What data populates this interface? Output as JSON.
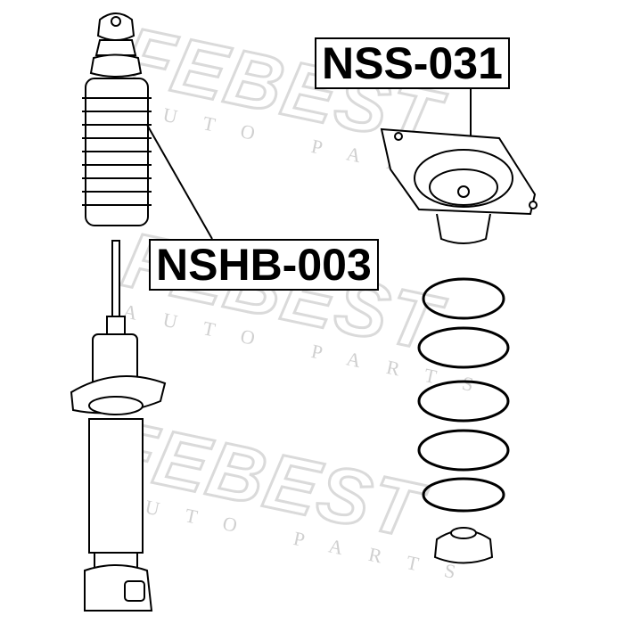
{
  "watermark": {
    "brand": "FEBEST",
    "tagline": "AUTO PARTS"
  },
  "labels": {
    "mount": "NSS-031",
    "boot": "NSHB-003"
  }
}
